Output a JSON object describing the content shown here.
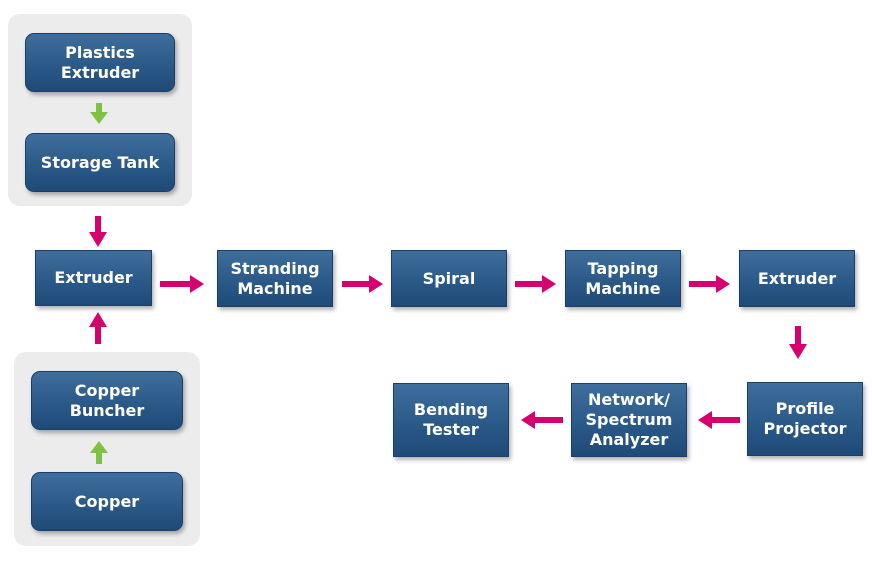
{
  "diagram": {
    "colors": {
      "box": "#2b5a88",
      "group_bg": "#ececec",
      "main_arrow": "#d6006e",
      "input_arrow": "#7dc242"
    },
    "nodes": {
      "plastics_extruder": "Plastics\nExtruder",
      "storage_tank": "Storage Tank",
      "extruder_1": "Extruder",
      "stranding_machine": "Stranding\nMachine",
      "spiral": "Spiral",
      "tapping_machine": "Tapping\nMachine",
      "extruder_2": "Extruder",
      "profile_projector": "Profile\nProjector",
      "network_spectrum_analyzer": "Network/\nSpectrum\nAnalyzer",
      "bending_tester": "Bending\nTester",
      "copper_buncher": "Copper\nBuncher",
      "copper": "Copper"
    },
    "edges": [
      {
        "from": "plastics_extruder",
        "to": "storage_tank"
      },
      {
        "from": "storage_tank",
        "to": "extruder_1"
      },
      {
        "from": "copper",
        "to": "copper_buncher"
      },
      {
        "from": "copper_buncher",
        "to": "extruder_1"
      },
      {
        "from": "extruder_1",
        "to": "stranding_machine"
      },
      {
        "from": "stranding_machine",
        "to": "spiral"
      },
      {
        "from": "spiral",
        "to": "tapping_machine"
      },
      {
        "from": "tapping_machine",
        "to": "extruder_2"
      },
      {
        "from": "extruder_2",
        "to": "profile_projector"
      },
      {
        "from": "profile_projector",
        "to": "network_spectrum_analyzer"
      },
      {
        "from": "network_spectrum_analyzer",
        "to": "bending_tester"
      }
    ]
  }
}
